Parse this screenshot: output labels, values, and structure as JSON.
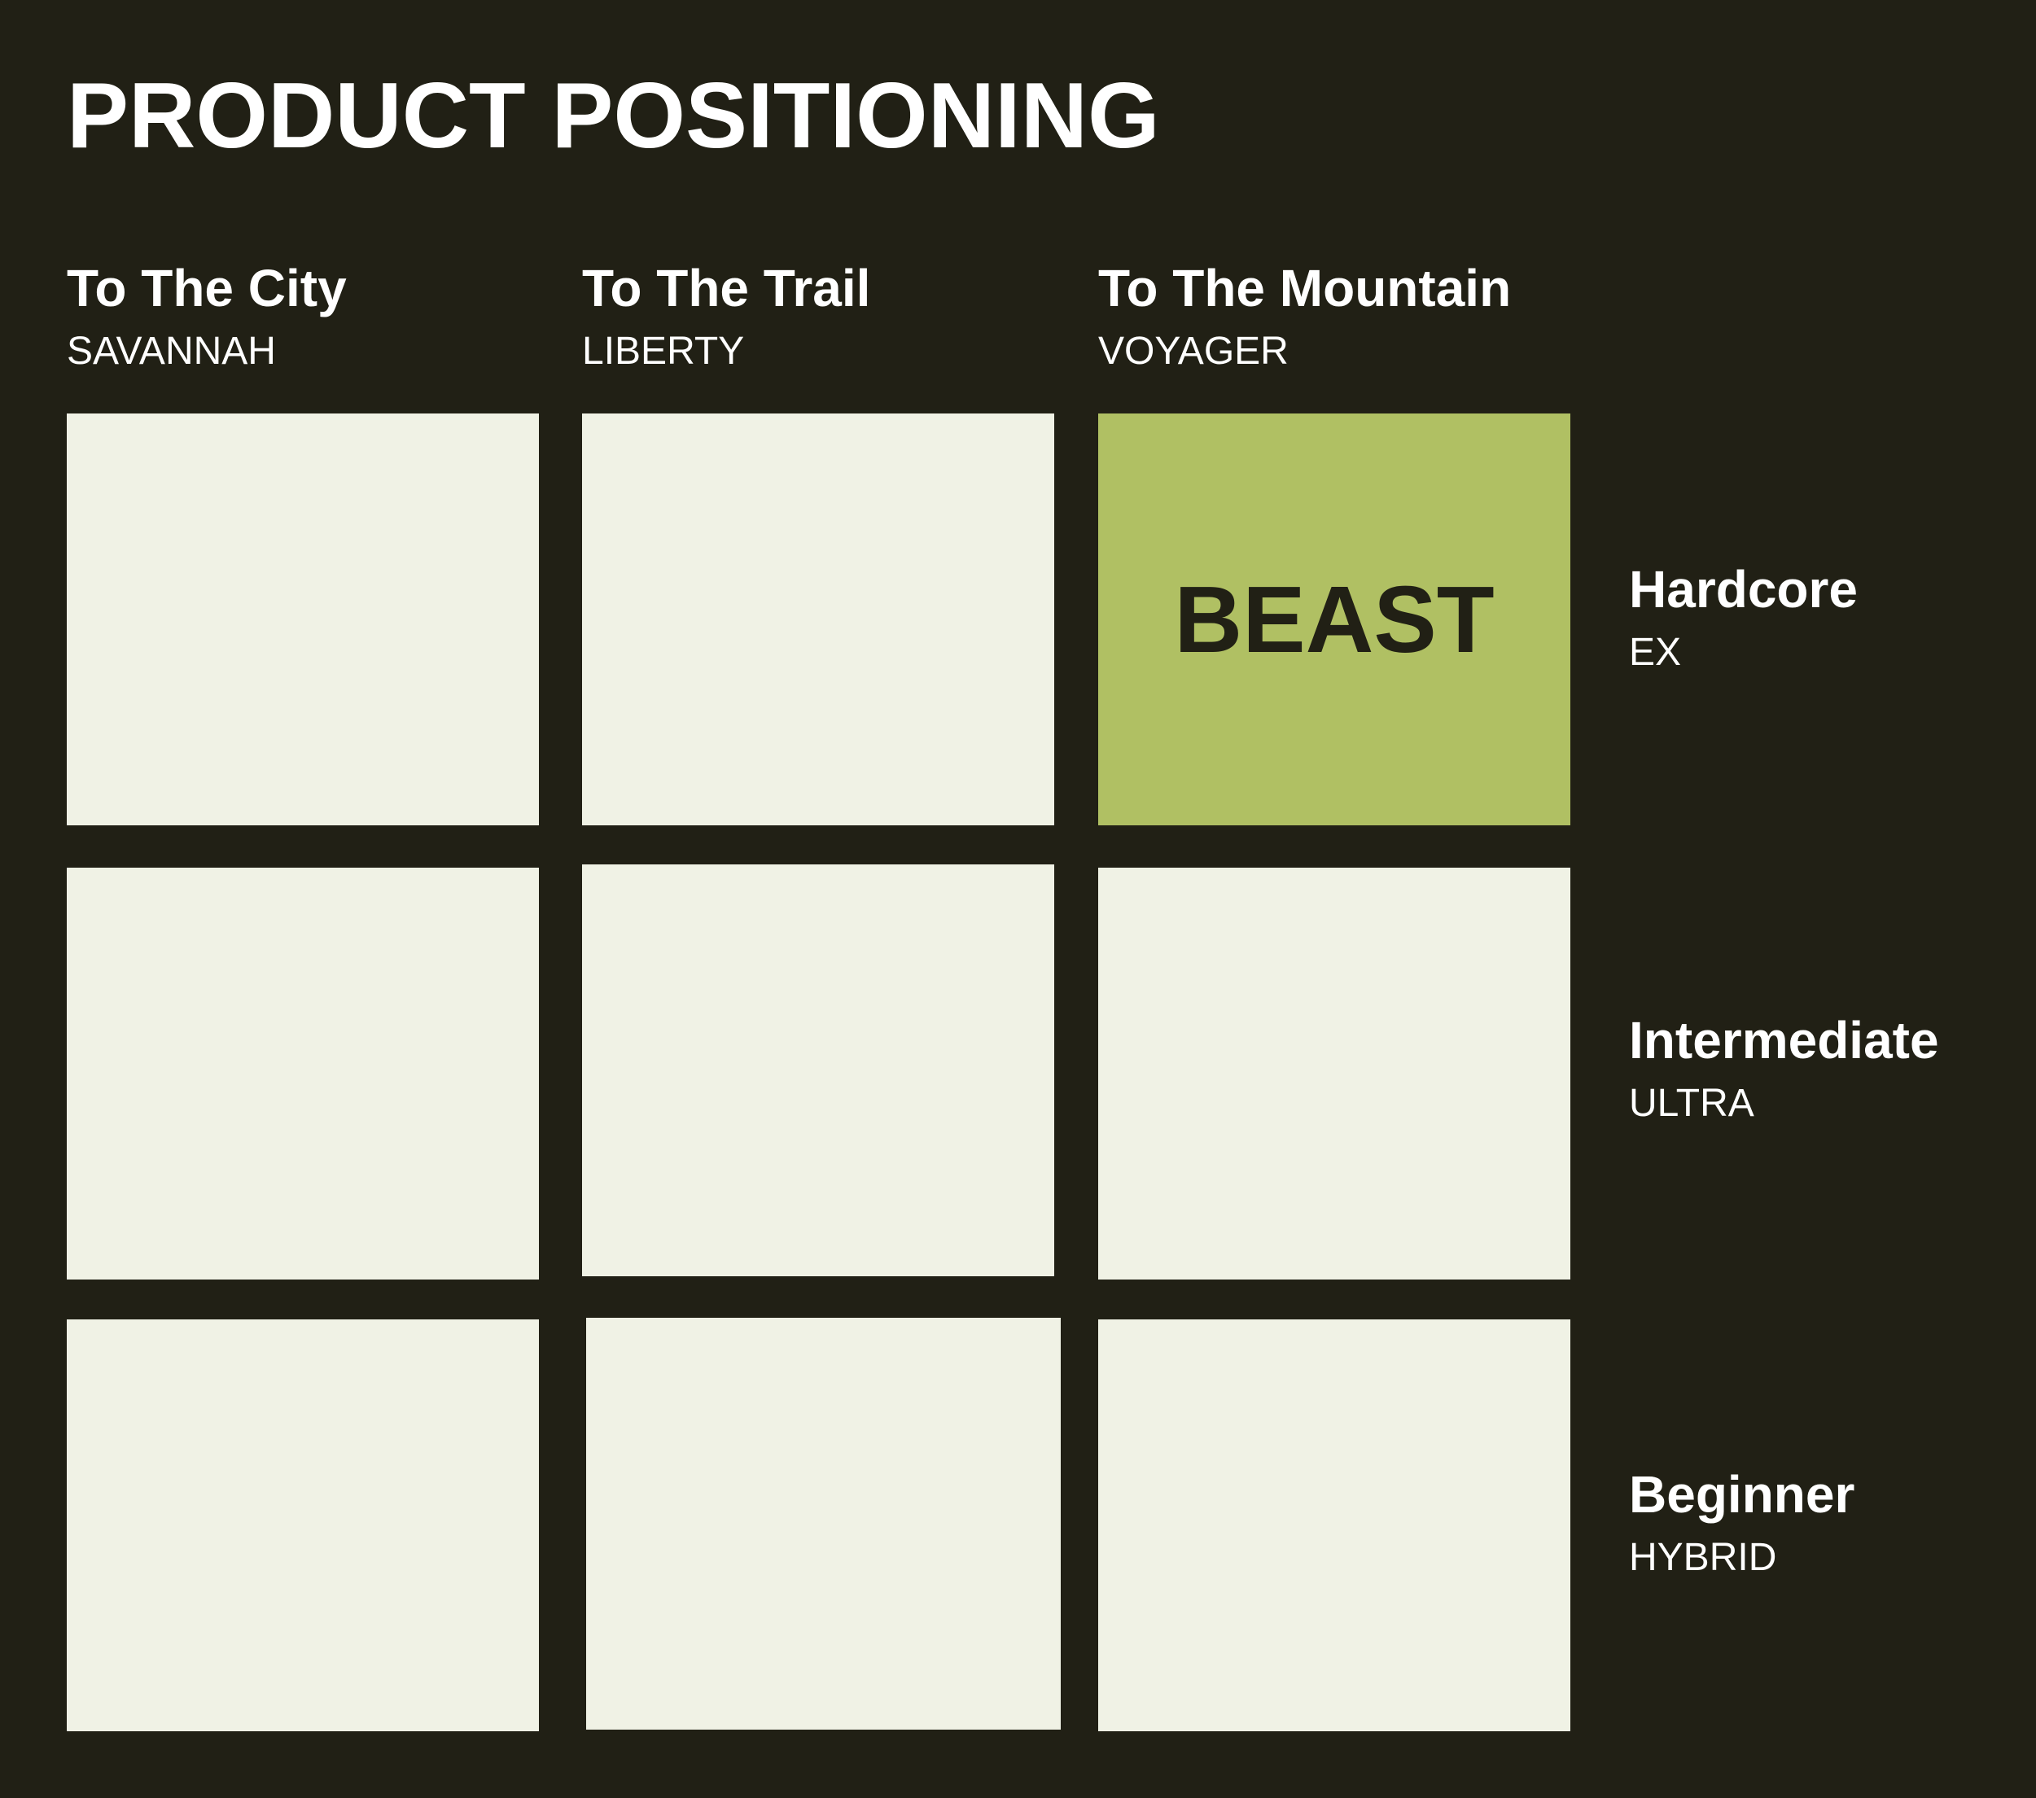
{
  "title": "PRODUCT POSITIONING",
  "columns": [
    {
      "name": "To The City",
      "product": "SAVANNAH"
    },
    {
      "name": "To The Trail",
      "product": "LIBERTY"
    },
    {
      "name": "To The Mountain",
      "product": "VOYAGER"
    }
  ],
  "rows": [
    {
      "name": "Hardcore",
      "product": "EX"
    },
    {
      "name": "Intermediate",
      "product": "ULTRA"
    },
    {
      "name": "Beginner",
      "product": "HYBRID"
    }
  ],
  "cells": {
    "r0c2": "BEAST"
  },
  "colors": {
    "background": "#212015",
    "cell": "#f0f2e5",
    "highlight": "#b0c063",
    "text": "#ffffff"
  }
}
